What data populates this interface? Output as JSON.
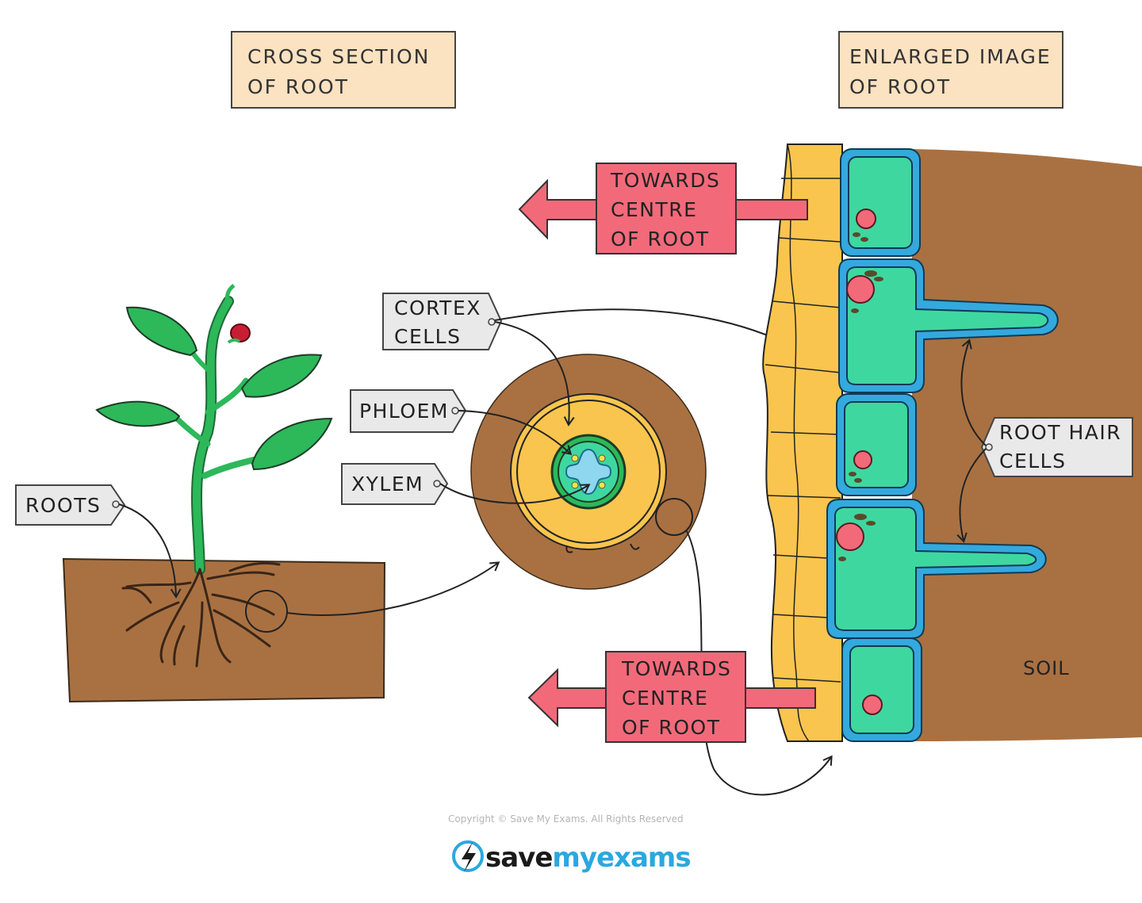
{
  "headings": {
    "cross_section": [
      "CROSS  SECTION",
      "OF  ROOT"
    ],
    "enlarged": [
      "ENLARGED  IMAGE",
      "OF  ROOT"
    ]
  },
  "labels": {
    "roots": "ROOTS",
    "cortex": [
      "CORTEX",
      "CELLS"
    ],
    "phloem": "PHLOEM",
    "xylem": "XYLEM",
    "root_hair": [
      "ROOT  HAIR",
      "CELLS"
    ],
    "soil": "SOIL"
  },
  "arrows": {
    "top": [
      "TOWARDS",
      "CENTRE",
      "OF  ROOT"
    ],
    "bottom": [
      "TOWARDS",
      "CENTRE",
      "OF  ROOT"
    ]
  },
  "footer": {
    "copyright": "Copyright © Save My Exams. All Rights Reserved",
    "brand_save": "save",
    "brand_my": "my",
    "brand_exams": "exams"
  },
  "colors": {
    "soil": "#a97142",
    "cortex": "#f9c54e",
    "cell_green": "#3fd7a0",
    "cell_wall_blue": "#34a9de",
    "label_box": "#fbe2c1",
    "arrow_red": "#f26a7a",
    "leaf_green": "#2db85a",
    "tag_grey": "#e9e9e9"
  }
}
